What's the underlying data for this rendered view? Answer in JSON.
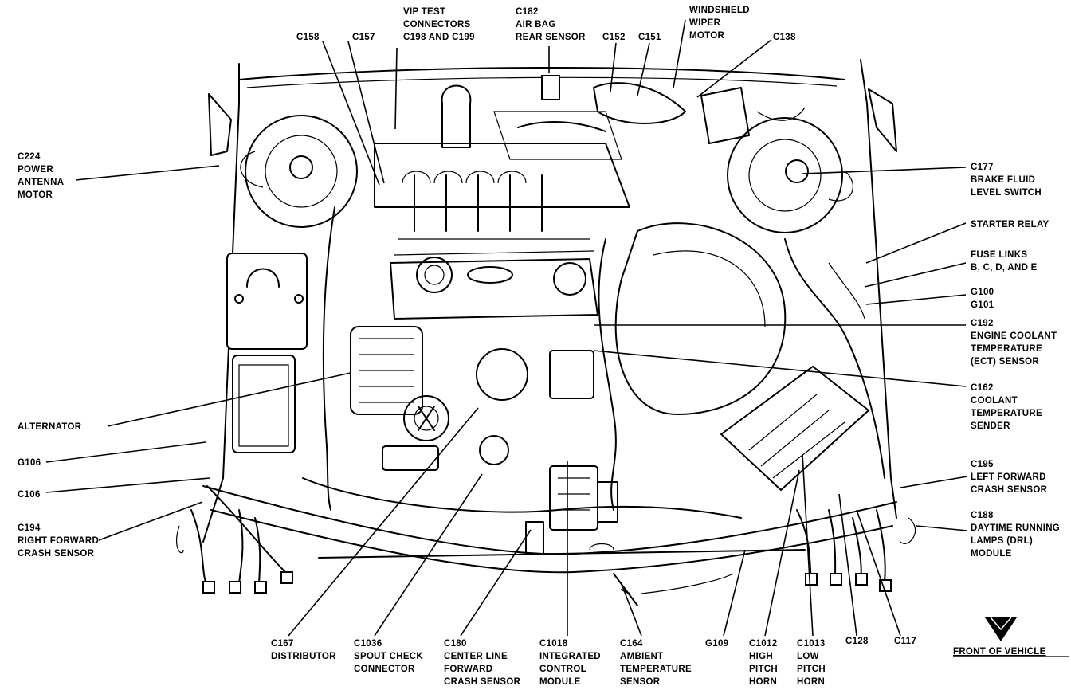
{
  "labels": {
    "vip": [
      "VIP TEST",
      "CONNECTORS",
      "C198 AND C199"
    ],
    "c182_airbag": [
      "C182",
      "AIR BAG",
      "REAR SENSOR"
    ],
    "wiper": [
      "WINDSHIELD",
      "WIPER",
      "MOTOR"
    ],
    "c158": "C158",
    "c157": "C157",
    "c152": "C152",
    "c151": "C151",
    "c138": "C138",
    "c224": [
      "C224",
      "POWER",
      "ANTENNA",
      "MOTOR"
    ],
    "c177": [
      "C177",
      "BRAKE FLUID",
      "LEVEL SWITCH"
    ],
    "starter": "STARTER RELAY",
    "fuse": [
      "FUSE LINKS",
      "B, C, D, AND E"
    ],
    "ground": [
      "G100",
      "G101"
    ],
    "c192": [
      "C192",
      "ENGINE COOLANT",
      "TEMPERATURE",
      "(ECT) SENSOR"
    ],
    "c162": [
      "C162",
      "COOLANT",
      "TEMPERATURE",
      "SENDER"
    ],
    "alternator": "ALTERNATOR",
    "g106": "G106",
    "c106": "C106",
    "c194": [
      "C194",
      "RIGHT FORWARD",
      "CRASH SENSOR"
    ],
    "c195": [
      "C195",
      "LEFT FORWARD",
      "CRASH SENSOR"
    ],
    "c188": [
      "C188",
      "DAYTIME RUNNING",
      "LAMPS (DRL)",
      "MODULE"
    ],
    "c167": [
      "C167",
      "DISTRIBUTOR"
    ],
    "c1036": [
      "C1036",
      "SPOUT CHECK",
      "CONNECTOR"
    ],
    "c180": [
      "C180",
      "CENTER LINE",
      "FORWARD",
      "CRASH SENSOR"
    ],
    "c1018": [
      "C1018",
      "INTEGRATED",
      "CONTROL",
      "MODULE"
    ],
    "c164": [
      "C164",
      "AMBIENT",
      "TEMPERATURE",
      "SENSOR"
    ],
    "g109": "G109",
    "c1012": [
      "C1012",
      "HIGH",
      "PITCH",
      "HORN"
    ],
    "c1013": [
      "C1013",
      "LOW",
      "PITCH",
      "HORN"
    ],
    "c128": "C128",
    "c117": "C117",
    "front": "FRONT OF VEHICLE"
  },
  "icons": {
    "front_arrow": "down-arrow-icon"
  },
  "colors": {
    "ink": "#000000",
    "paper": "#ffffff"
  }
}
